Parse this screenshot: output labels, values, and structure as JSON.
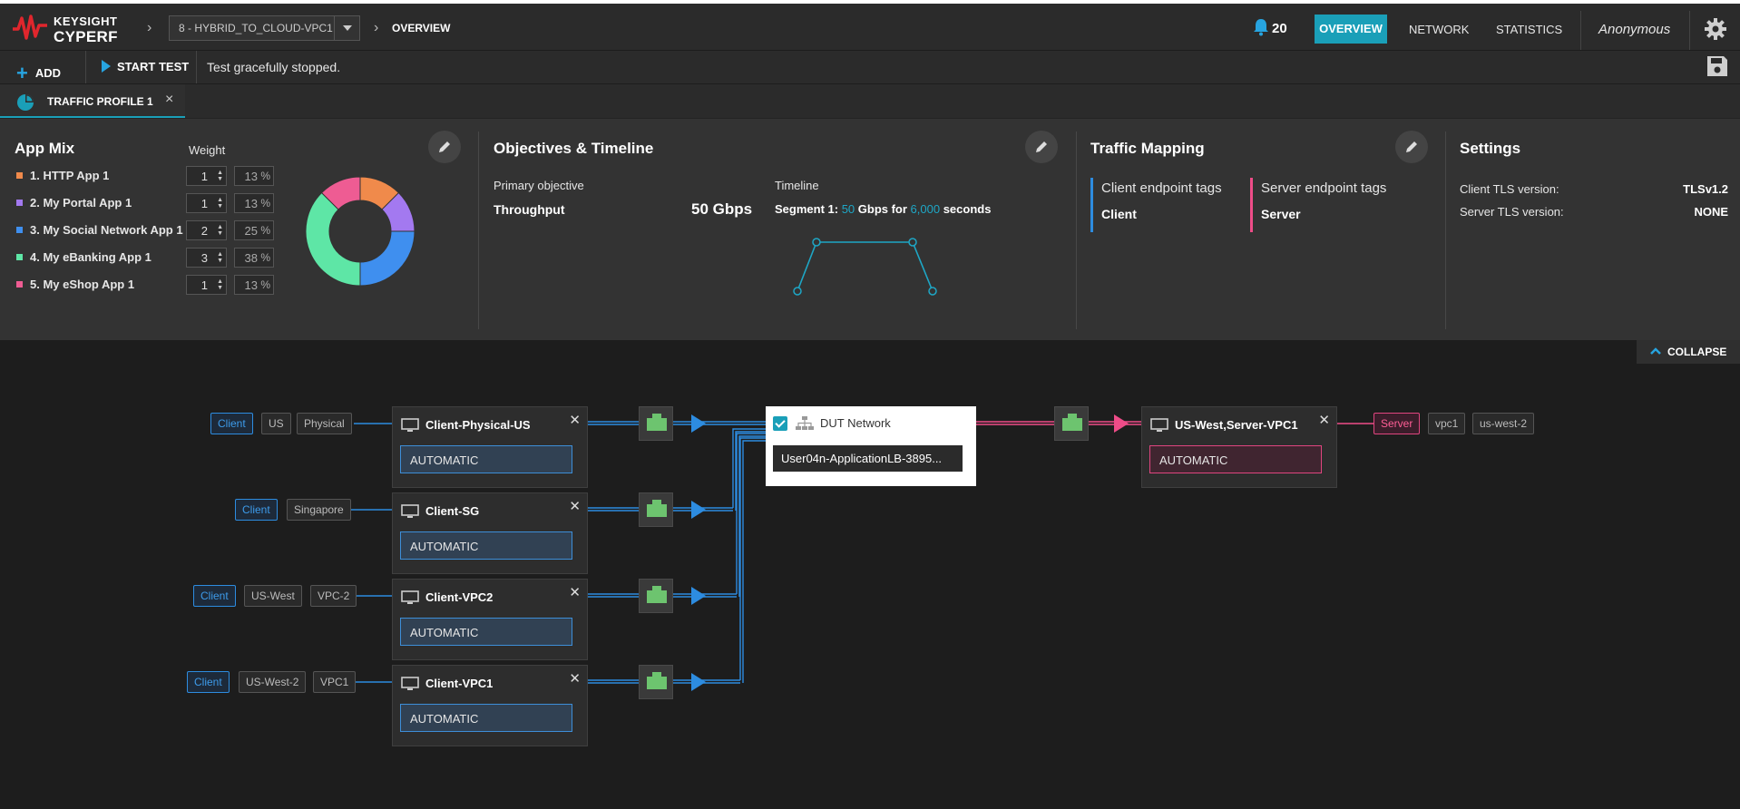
{
  "header": {
    "brand_line1": "KEYSIGHT",
    "brand_line2": "CYPERF",
    "session_name": "8 - HYBRID_TO_CLOUD-VPC1",
    "breadcrumb": "OVERVIEW",
    "notification_count": "20",
    "nav": [
      "OVERVIEW",
      "NETWORK",
      "STATISTICS"
    ],
    "user": "Anonymous",
    "accent_color": "#1a9fb8"
  },
  "toolbar": {
    "add_label": "ADD",
    "start_label": "START TEST",
    "status": "Test gracefully stopped."
  },
  "tabs": [
    {
      "label": "TRAFFIC PROFILE 1"
    }
  ],
  "app_mix": {
    "title": "App Mix",
    "weight_header": "Weight",
    "apps": [
      {
        "name": "1. HTTP App 1",
        "weight": "1",
        "percent": "13",
        "color": "#f08a4b"
      },
      {
        "name": "2. My Portal App 1",
        "weight": "1",
        "percent": "13",
        "color": "#a379f0"
      },
      {
        "name": "3. My Social Network App 1",
        "weight": "2",
        "percent": "25",
        "color": "#3f8fef"
      },
      {
        "name": "4. My eBanking App 1",
        "weight": "3",
        "percent": "38",
        "color": "#5ee6a6"
      },
      {
        "name": "5. My eShop App 1",
        "weight": "1",
        "percent": "13",
        "color": "#ee5c93"
      }
    ],
    "percent_sign": "%"
  },
  "objectives": {
    "title": "Objectives & Timeline",
    "primary_label": "Primary objective",
    "primary_name": "Throughput",
    "primary_value": "50 Gbps",
    "timeline_label": "Timeline",
    "segment_prefix": "Segment 1: ",
    "segment_value": "50",
    "segment_mid": " Gbps for ",
    "segment_duration": "6,000",
    "segment_suffix": " seconds"
  },
  "traffic_mapping": {
    "title": "Traffic Mapping",
    "client_header": "Client endpoint tags",
    "client_value": "Client",
    "server_header": "Server endpoint tags",
    "server_value": "Server"
  },
  "settings": {
    "title": "Settings",
    "rows": [
      {
        "key": "Client TLS version:",
        "value": "TLSv1.2"
      },
      {
        "key": "Server TLS version:",
        "value": "NONE"
      }
    ]
  },
  "canvas": {
    "collapse_label": "COLLAPSE",
    "clients": [
      {
        "title": "Client-Physical-US",
        "ip": "AUTOMATIC",
        "tags": [
          "Client",
          "US",
          "Physical"
        ]
      },
      {
        "title": "Client-SG",
        "ip": "AUTOMATIC",
        "tags": [
          "Client",
          "Singapore"
        ]
      },
      {
        "title": "Client-VPC2",
        "ip": "AUTOMATIC",
        "tags": [
          "Client",
          "US-West",
          "VPC-2"
        ]
      },
      {
        "title": "Client-VPC1",
        "ip": "AUTOMATIC",
        "tags": [
          "Client",
          "US-West-2",
          "VPC1"
        ]
      }
    ],
    "dut": {
      "title": "DUT Network",
      "value": "User04n-ApplicationLB-3895..."
    },
    "server": {
      "title": "US-West,Server-VPC1",
      "ip": "AUTOMATIC",
      "tags": [
        "Server",
        "vpc1",
        "us-west-2"
      ]
    },
    "client_wire_color": "#2d8ce0",
    "server_wire_color": "#ee4c88"
  }
}
